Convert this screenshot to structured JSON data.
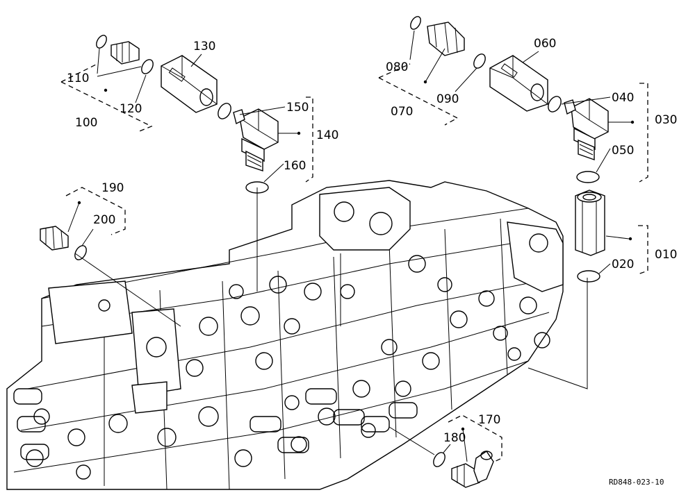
{
  "diagram": {
    "labels": {
      "p010": "010",
      "p020": "020",
      "p030": "030",
      "p040": "040",
      "p050": "050",
      "p060": "060",
      "p070": "070",
      "p080": "080",
      "p090": "090",
      "p100": "100",
      "p110": "110",
      "p120": "120",
      "p130": "130",
      "p140": "140",
      "p150": "150",
      "p160": "160",
      "p170": "170",
      "p180": "180",
      "p190": "190",
      "p200": "200"
    },
    "drawing_code": "RD848-023-10"
  }
}
